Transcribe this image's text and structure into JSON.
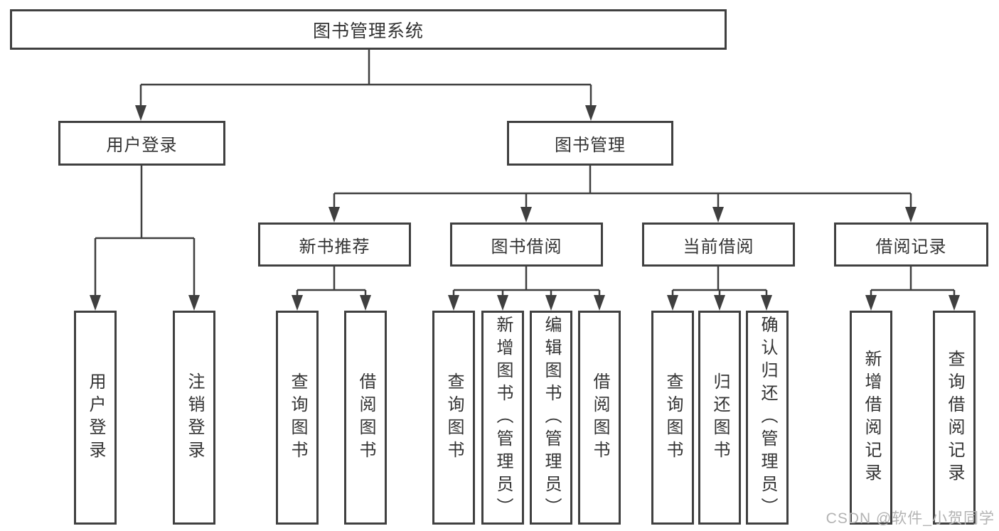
{
  "title": "图书管理系统",
  "nodes": {
    "root": "图书管理系统",
    "user_login": "用户登录",
    "book_mgmt": "图书管理",
    "new_books": "新书推荐",
    "book_borrow": "图书借阅",
    "current_borrow": "当前借阅",
    "borrow_records": "借阅记录",
    "leaf_user_login": "用户登录",
    "leaf_logout": "注销登录",
    "leaf_nb_query_book": "查询图书",
    "leaf_nb_borrow_book": "借阅图书",
    "leaf_bb_query_book": "查询图书",
    "leaf_bb_add_book": "新增图书（管理员）",
    "leaf_bb_edit_book": "编辑图书（管理员）",
    "leaf_bb_borrow_book": "借阅图书",
    "leaf_cb_query_book": "查询图书",
    "leaf_cb_return_book": "归还图书",
    "leaf_cb_confirm_return": "确认归还（管理员）",
    "leaf_br_add_record": "新增借阅记录",
    "leaf_br_query_record": "查询借阅记录"
  },
  "watermark": "CSDN @软件_小贺同学",
  "colors": {
    "line": "#3f3f3f",
    "border": "#404040",
    "text": "#333333",
    "watermark": "#b3b3b3",
    "background": "#ffffff"
  }
}
